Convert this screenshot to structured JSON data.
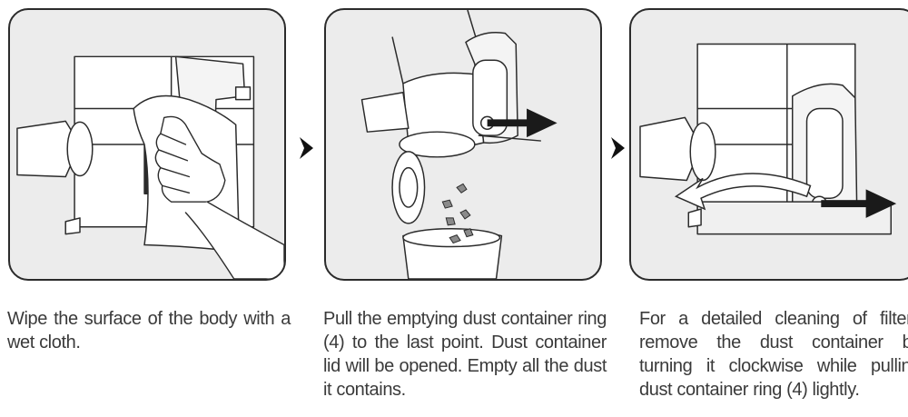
{
  "steps": [
    {
      "caption": "Wipe the surface of the body with a wet cloth."
    },
    {
      "caption": "Pull the emptying dust container ring (4) to the last point. Dust container lid will be opened. Empty all the dust it contains."
    },
    {
      "caption": "For a detailed cleaning of filters remove the dust container by turning it clockwise while pulling dust container ring (4) lightly."
    }
  ],
  "icons": {
    "next_step": "chevron-right-icon",
    "pull_direction": "arrow-right-icon",
    "rotate_direction": "curved-arrow-left-icon"
  },
  "colors": {
    "panel_bg": "#ececec",
    "outline": "#2b2b2b",
    "arrow": "#1a1a1a",
    "text": "#3a3a3a"
  }
}
